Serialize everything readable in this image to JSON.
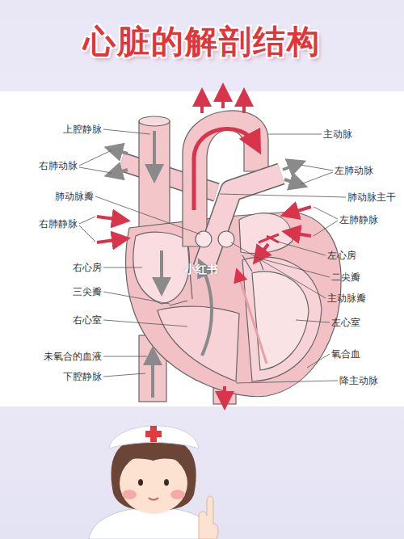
{
  "diagram": {
    "title": "心脏的解剖结构",
    "labels": [
      "上腔静脉",
      "主动脉",
      "右肺动脉",
      "左肺动脉",
      "肺动脉瓣",
      "肺动脉主干",
      "右肺静脉",
      "左肺静脉",
      "左心房",
      "右心房",
      "小红书",
      "二尖瓣",
      "三尖瓣",
      "主动脉瓣",
      "右心室",
      "左心室",
      "未氧合的血液",
      "氧合血",
      "下腔静脉",
      "降主动脉"
    ]
  }
}
